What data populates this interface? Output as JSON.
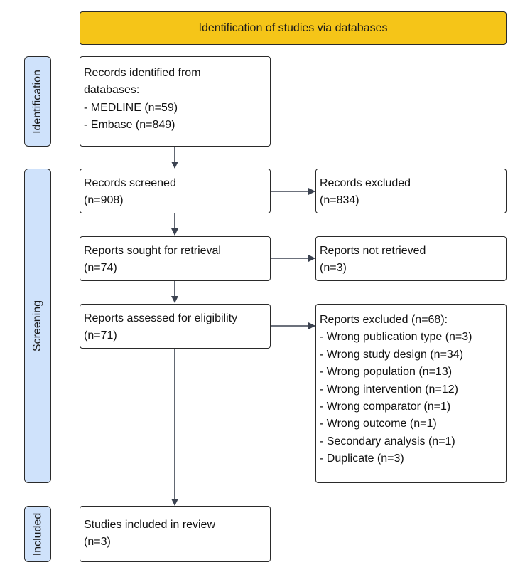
{
  "header": {
    "title": "Identification of studies via databases"
  },
  "stages": {
    "identification": "Identification",
    "screening": "Screening",
    "included": "Included"
  },
  "boxes": {
    "identified": {
      "lines": [
        "Records identified from",
        "databases:",
        "- MEDLINE (n=59)",
        "- Embase (n=849)"
      ]
    },
    "screened": {
      "lines": [
        "Records screened",
        "(n=908)"
      ]
    },
    "excluded": {
      "lines": [
        "Records excluded",
        "(n=834)"
      ]
    },
    "sought": {
      "lines": [
        "Reports sought for retrieval",
        "(n=74)"
      ]
    },
    "not_retrieved": {
      "lines": [
        "Reports not retrieved",
        "(n=3)"
      ]
    },
    "assessed": {
      "lines": [
        "Reports assessed for eligibility",
        "(n=71)"
      ]
    },
    "reports_excluded": {
      "lines": [
        "Reports excluded (n=68):",
        "- Wrong publication type (n=3)",
        "- Wrong study design (n=34)",
        "- Wrong population (n=13)",
        "- Wrong intervention (n=12)",
        "- Wrong comparator (n=1)",
        "- Wrong outcome (n=1)",
        "- Secondary analysis (n=1)",
        "- Duplicate (n=3)"
      ]
    },
    "included": {
      "lines": [
        "Studies included in review",
        "(n=3)"
      ]
    }
  },
  "colors": {
    "header_fill": "#f5c518",
    "stage_fill": "#cfe2fb",
    "border": "#2a2a2a",
    "arrow": "#3b4250"
  }
}
